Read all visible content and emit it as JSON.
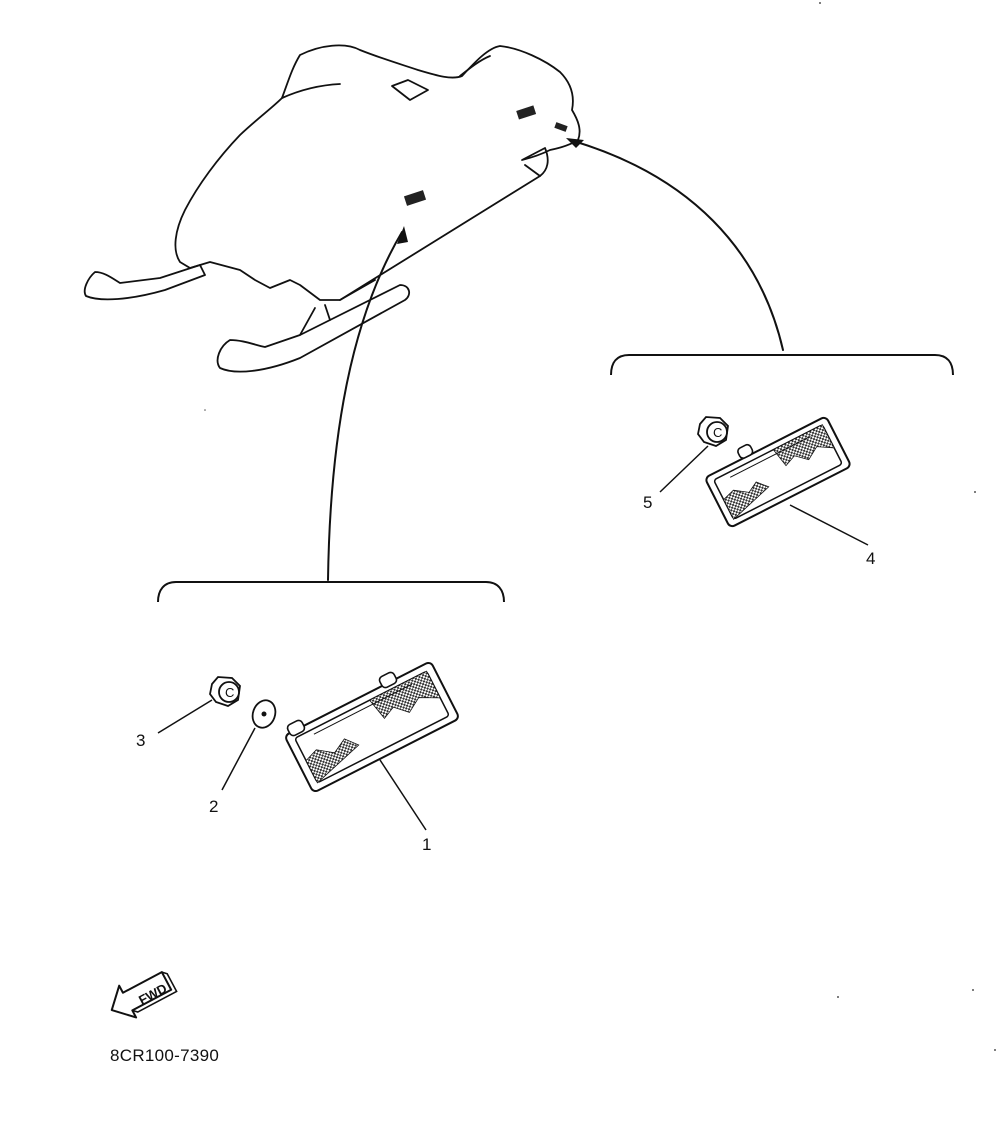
{
  "parts": [
    {
      "number": "1"
    },
    {
      "number": "2"
    },
    {
      "number": "3"
    },
    {
      "number": "4"
    },
    {
      "number": "5"
    }
  ],
  "direction_arrow": {
    "text": "FWD"
  },
  "nut_mark": "C",
  "diagram_code": "8CR100-7390"
}
